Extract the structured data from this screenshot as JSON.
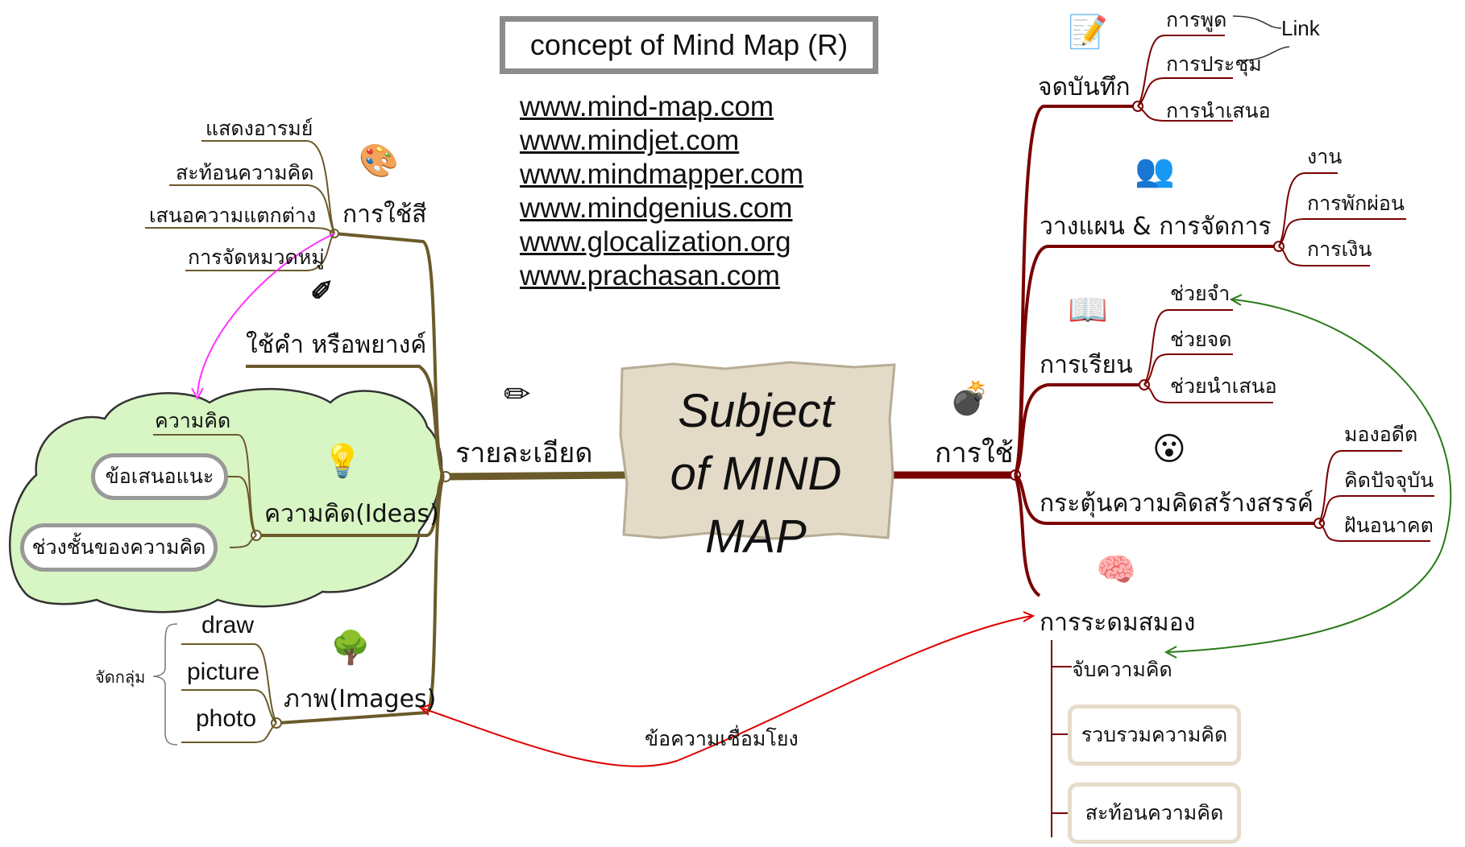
{
  "title": "concept of Mind Map (R)",
  "links": [
    "www.mind-map.com",
    "www.mindjet.com",
    "www.mindmapper.com",
    "www.mindgenius.com",
    "www.glocalization.org",
    "www.prachasan.com"
  ],
  "center": {
    "line1": "Subject",
    "line2": "of MIND MAP"
  },
  "left": {
    "branch_label": "รายละเอียด",
    "color": {
      "label": "การใช้สี",
      "items": [
        "แสดงอารมย์",
        "สะท้อนความคิด",
        "เสนอความแตกต่าง",
        "การจัดหมวดหมู่"
      ]
    },
    "words": {
      "label": "ใช้คำ หรือพยางค์"
    },
    "ideas": {
      "label": "ความคิด(Ideas)",
      "items": [
        "ความคิด",
        "ข้อเสนอแนะ",
        "ช่วงชั้นของความคิด"
      ]
    },
    "images": {
      "label": "ภาพ(Images)",
      "items": [
        "draw",
        "picture",
        "photo"
      ],
      "group_label": "จัดกลุ่ม"
    }
  },
  "right": {
    "branch_label": "การใช้",
    "notes": {
      "label": "จดบันทึก",
      "items": [
        "การพูด",
        "การประชุม",
        "การนำเสนอ"
      ],
      "link_label": "Link"
    },
    "planning": {
      "label": "วางแผน & การจัดการ",
      "items": [
        "งาน",
        "การพักผ่อน",
        "การเงิน"
      ]
    },
    "learning": {
      "label": "การเรียน",
      "items": [
        "ช่วยจำ",
        "ช่วยจด",
        "ช่วยนำเสนอ"
      ]
    },
    "creative": {
      "label": "กระตุ้นความคิดสร้างสรรค์",
      "items": [
        "มองอดีต",
        "คิดปัจจุบัน",
        "ฝันอนาคต"
      ]
    },
    "brainstorm": {
      "label": "การระดมสมอง",
      "items": [
        "จับความคิด",
        "รวบรวมความคิด",
        "สะท้อนความคิด"
      ]
    }
  },
  "connector_label": "ข้อความเชื่อมโยง",
  "colors": {
    "left_branch": "#6b5a2a",
    "right_branch": "#7a0000",
    "cloud": "#d8f5c4",
    "magenta": "#ff33ff",
    "green_arrow": "#2a7a1a",
    "red_arrow": "#e00000"
  },
  "icons": [
    "palette-icon",
    "dm-letters-icon",
    "pencil-icon",
    "lightbulb-icon",
    "tree-icon",
    "note-icon",
    "meeting-icon",
    "book-icon",
    "faces-icon",
    "bomb-icon",
    "brain-icon"
  ]
}
